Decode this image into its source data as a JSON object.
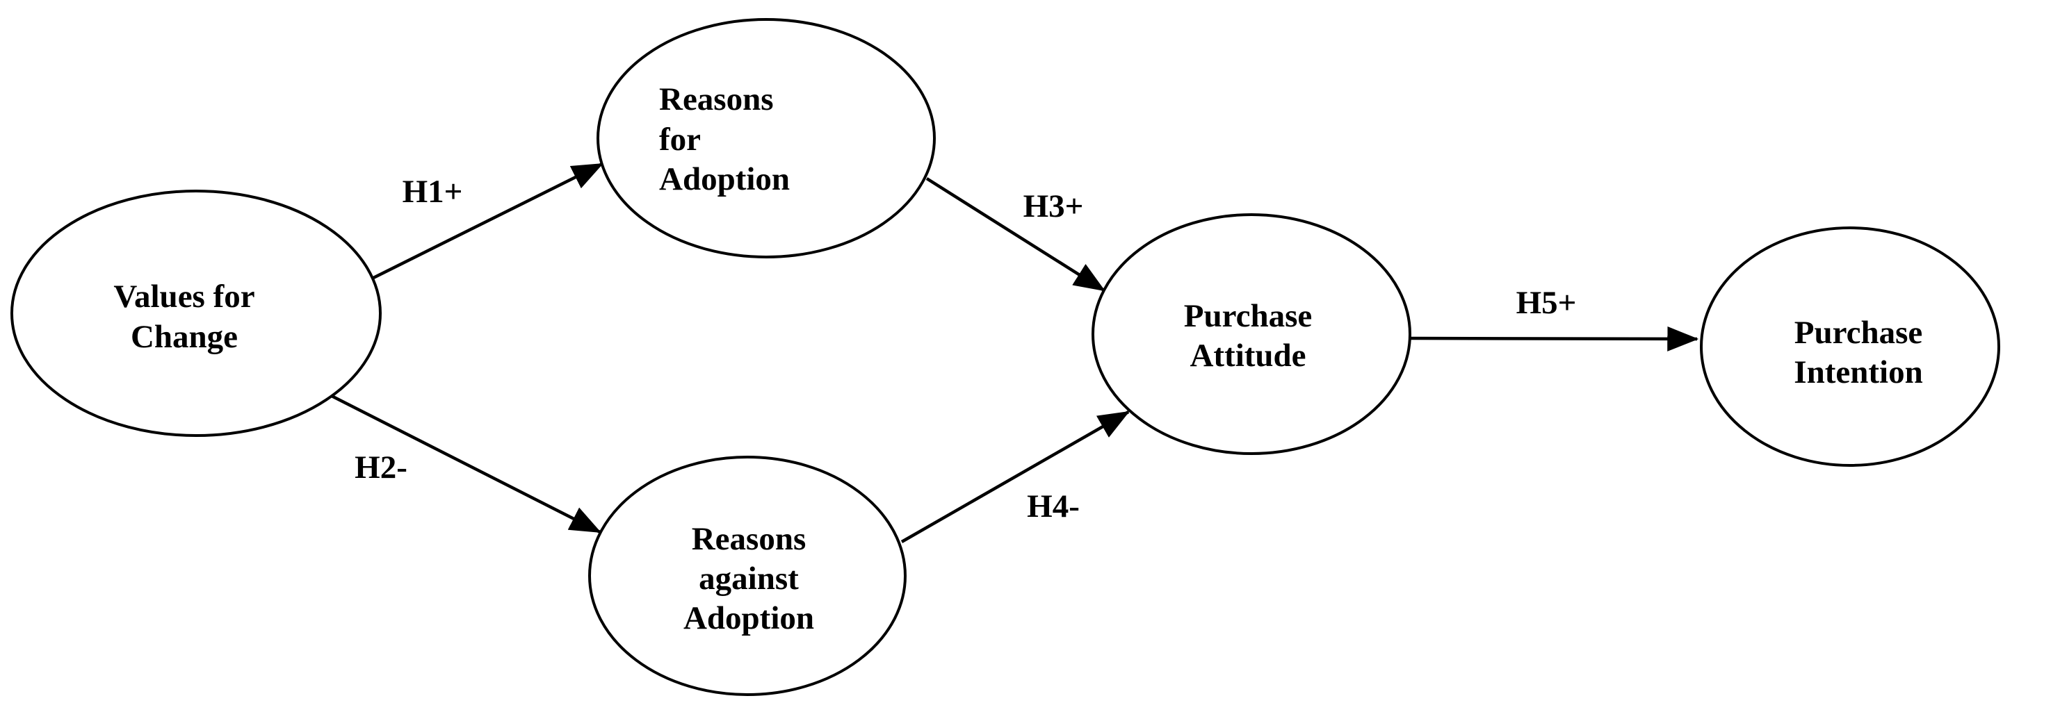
{
  "figure": {
    "description": "Hypothesis path model diagram with five ellipse constructs connected by labeled arrows",
    "background_color": "#ffffff",
    "line_color": "#000000",
    "nodes": [
      {
        "id": "values-for-change",
        "shape": "ellipse",
        "lines": [
          "Values for",
          "Change"
        ]
      },
      {
        "id": "reasons-for-adoption",
        "shape": "ellipse",
        "lines": [
          "Reasons",
          "for",
          "Adoption"
        ]
      },
      {
        "id": "reasons-against-adoption",
        "shape": "ellipse",
        "lines": [
          "Reasons",
          "against",
          "Adoption"
        ]
      },
      {
        "id": "purchase-attitude",
        "shape": "ellipse",
        "lines": [
          "Purchase",
          "Attitude"
        ]
      },
      {
        "id": "purchase-intention",
        "shape": "ellipse",
        "lines": [
          "Purchase",
          "Intention"
        ]
      }
    ],
    "edges": [
      {
        "id": "h1",
        "label": "H1+",
        "from": "values-for-change",
        "to": "reasons-for-adoption"
      },
      {
        "id": "h2",
        "label": "H2-",
        "from": "values-for-change",
        "to": "reasons-against-adoption"
      },
      {
        "id": "h3",
        "label": "H3+",
        "from": "reasons-for-adoption",
        "to": "purchase-attitude"
      },
      {
        "id": "h4",
        "label": "H4-",
        "from": "reasons-against-adoption",
        "to": "purchase-attitude"
      },
      {
        "id": "h5",
        "label": "H5+",
        "from": "purchase-attitude",
        "to": "purchase-intention"
      }
    ]
  }
}
